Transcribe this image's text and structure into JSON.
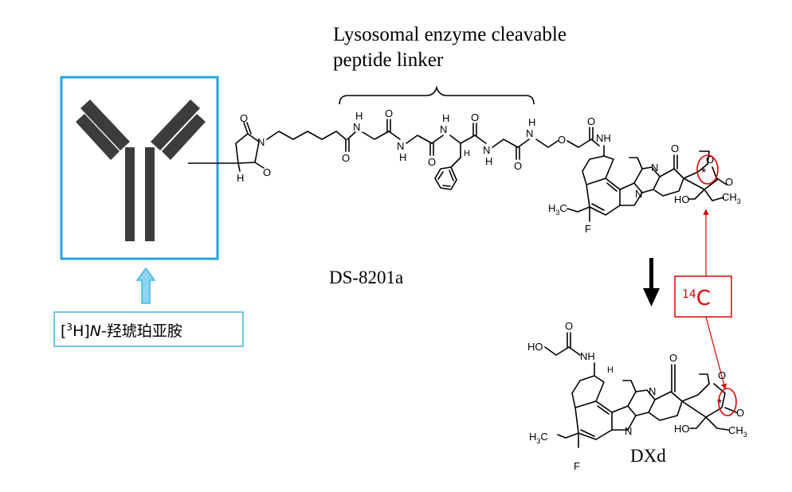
{
  "linker": {
    "label_line1": "Lysosomal enzyme cleavable",
    "label_line2": "peptide linker"
  },
  "conjugate_name": "DS-8201a",
  "payload_name": "DXd",
  "isotope_carbon": {
    "mass_number": "14",
    "symbol": "C",
    "highlight_color": "#e00000"
  },
  "isotope_hydrogen": {
    "open_bracket": "[",
    "mass_number": "3",
    "close": "H]",
    "element": "N",
    "suffix": "-羟琥珀亚胺",
    "box_color": "#44b5e6"
  },
  "antibody": {
    "frame_color": "#27a3e0",
    "arm_color": "#3c3c3c"
  },
  "atoms": {
    "N": "N",
    "O": "O",
    "H": "H",
    "F": "F",
    "NH": "NH",
    "HO": "HO",
    "H3C_H": "H",
    "H3C_sub": "3",
    "H3C_C": "C",
    "CH3_CH": "CH",
    "CH3_sub": "3",
    "star": "*"
  }
}
